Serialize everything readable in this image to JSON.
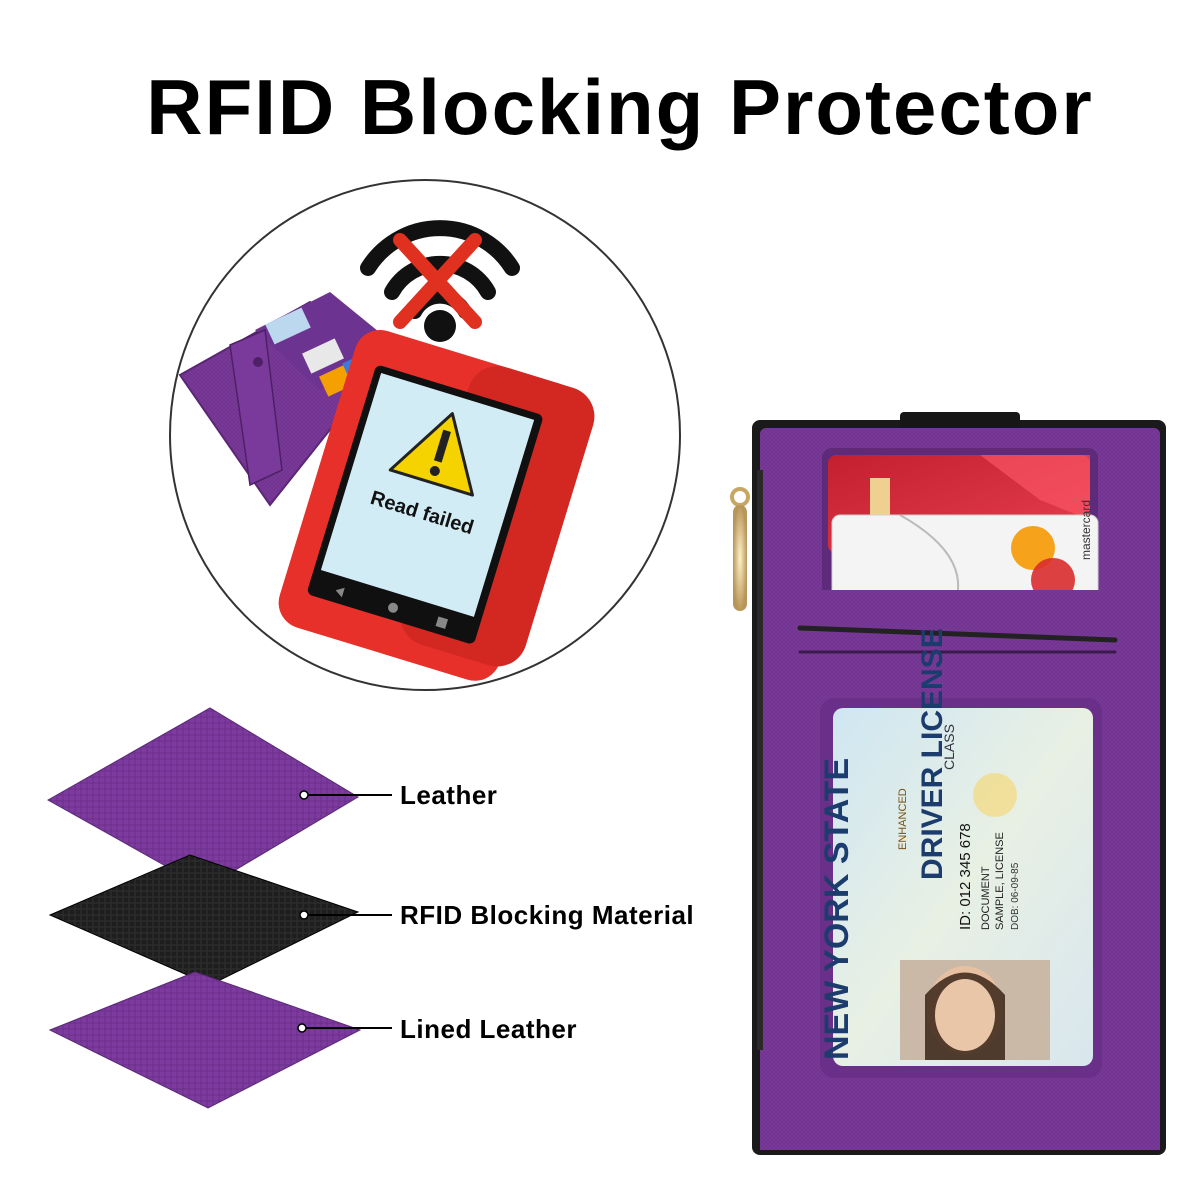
{
  "header": {
    "title": "RFID Blocking Protector"
  },
  "illustration": {
    "terminal_screen_text": "Read failed",
    "wifi_icon": "wifi-icon",
    "blocked_icon": "cross-icon",
    "warning_icon": "warning-triangle-icon"
  },
  "layers": [
    {
      "label": "Leather"
    },
    {
      "label": "RFID Blocking Material"
    },
    {
      "label": "Lined Leather"
    }
  ],
  "wallet": {
    "card_brand": "mastercard",
    "id_card": {
      "state": "NEW YORK STATE",
      "type": "DRIVER LICENSE",
      "class_label": "CLASS",
      "enhanced": "ENHANCED",
      "id_number": "ID: 012 345 678",
      "document": "DOCUMENT",
      "name": "SAMPLE, LICENSE",
      "dob": "DOB: 06-09-85"
    }
  },
  "colors": {
    "purple": "#7b3a9c",
    "purple_dark": "#5e2a7a",
    "terminal_red": "#e8302a",
    "black_layer": "#1a1a1a",
    "warning_yellow": "#f5d300",
    "cross_red": "#e03020"
  }
}
